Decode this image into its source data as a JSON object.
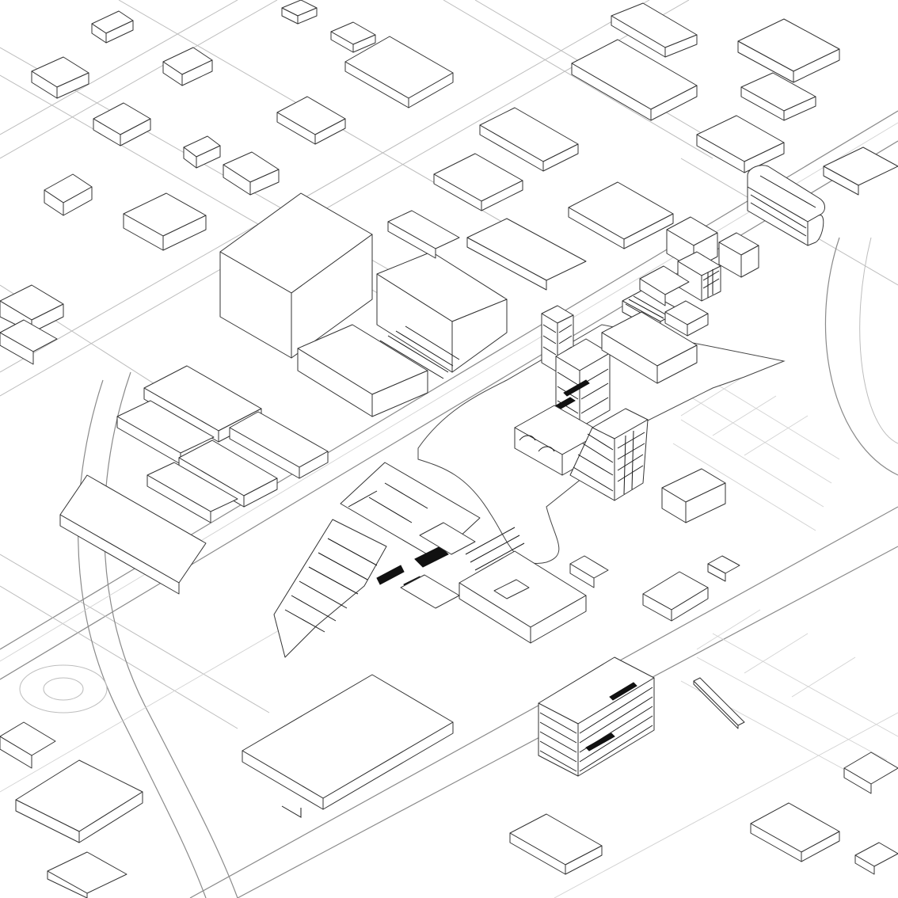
{
  "colors": {
    "background": "#ffffff",
    "roads": "#bdbdbd",
    "main_roads": "#8a8a8a",
    "building_lines": "#333333",
    "highlight_fill": "#111111"
  },
  "layers": [
    {
      "name": "street-network"
    },
    {
      "name": "context-buildings"
    },
    {
      "name": "proposed-towers"
    }
  ]
}
